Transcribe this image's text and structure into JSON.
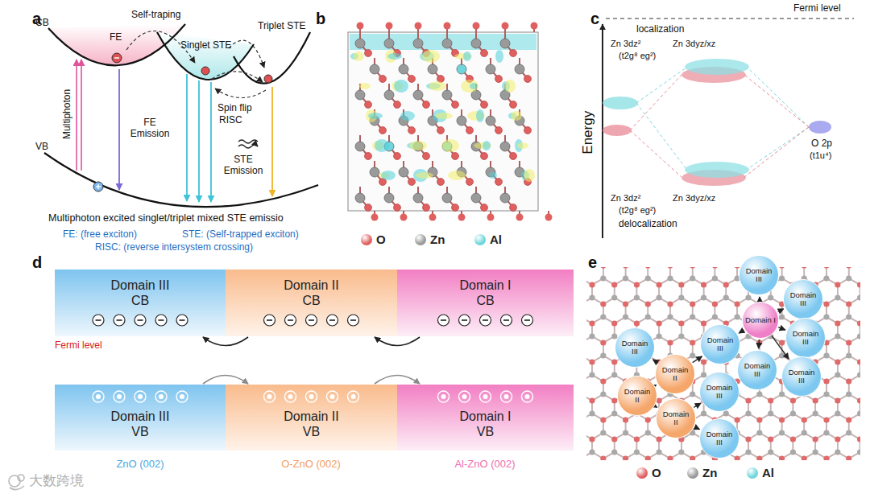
{
  "diagram": {
    "nodes": [
      {
        "text": [
          "Domain III",
          "CB"
        ]
      },
      {
        "text": [
          "Domain II",
          "CB"
        ]
      },
      {
        "text": [
          "Domain I",
          "CB"
        ]
      },
      {
        "text": [
          "Domain III",
          "VB"
        ]
      },
      {
        "text": [
          "Domain II",
          "VB"
        ]
      },
      {
        "text": [
          "Domain I",
          "VB"
        ]
      },
      {
        "text": [
          "Domain III"
        ]
      },
      {
        "text": [
          "Domain III"
        ]
      },
      {
        "text": [
          "Domain I"
        ]
      },
      {
        "text": [
          "Domain III"
        ]
      },
      {
        "text": [
          "Domain III"
        ]
      },
      {
        "text": [
          "Domain III"
        ]
      },
      {
        "text": [
          "Domain III"
        ]
      },
      {
        "text": [
          "Domain II"
        ]
      },
      {
        "text": [
          "Domain III"
        ]
      },
      {
        "text": [
          "Domain III"
        ]
      },
      {
        "text": [
          "Domain II"
        ]
      },
      {
        "text": [
          "Domain II"
        ]
      },
      {
        "text": [
          "Domain III"
        ]
      }
    ],
    "edges": [
      {
        "from": 2,
        "to": 1,
        "arrow": "to"
      },
      {
        "from": 1,
        "to": 0,
        "arrow": "to"
      },
      {
        "from": 3,
        "to": 4,
        "arrow": "to"
      },
      {
        "from": 4,
        "to": 5,
        "arrow": "to"
      },
      {
        "from": 8,
        "to": 6,
        "arrow": "to"
      },
      {
        "from": 8,
        "to": 7,
        "arrow": "to"
      },
      {
        "from": 8,
        "to": 9,
        "arrow": "to"
      },
      {
        "from": 8,
        "to": 10,
        "arrow": "to"
      },
      {
        "from": 8,
        "to": 12,
        "arrow": "to"
      },
      {
        "from": 8,
        "to": 14,
        "arrow": "to"
      },
      {
        "from": 13,
        "to": 11,
        "arrow": "to"
      },
      {
        "from": 13,
        "to": 10,
        "arrow": "to"
      },
      {
        "from": 16,
        "to": 13,
        "arrow": "to"
      },
      {
        "from": 16,
        "to": 17,
        "arrow": "to"
      },
      {
        "from": 17,
        "to": 15,
        "arrow": "to"
      },
      {
        "from": 17,
        "to": 18,
        "arrow": "to"
      }
    ],
    "labels": [
      "a",
      "CB",
      "VB",
      "Self-traping",
      "FE",
      "Singlet STE",
      "Triplet STE",
      "Multiphoton",
      "FE Emission",
      "Spin flip",
      "RISC",
      "STE Emission",
      "Multiphoton excited singlet/triplet mixed STE emissio",
      "FE: (free exciton)",
      "STE: (Self-trapped exciton)",
      "RISC: (reverse intersystem crossing)",
      "b",
      "c",
      "Fermi level",
      "localization",
      "Zn 3dz²",
      "Zn 3dyz/xz",
      "(t2g⁸ eg²)",
      "Energy",
      "O 2p",
      "(t1u⁴)",
      "Zn 3dz²",
      "Zn 3dyz/xz",
      "(t2g⁸ eg²)",
      "delocalization",
      "d",
      "Fermi level",
      "ZnO (002)",
      "O-ZnO (002)",
      "Al-ZnO (002)",
      "e",
      "大数跨境"
    ],
    "legend": [
      {
        "text": "O",
        "color": "#e06060"
      },
      {
        "text": "Zn",
        "color": "#9a9a9a"
      },
      {
        "text": "Al",
        "color": "#6fd6dc"
      },
      {
        "text": "O",
        "color": "#e06060"
      },
      {
        "text": "Zn",
        "color": "#9a9a9a"
      },
      {
        "text": "Al",
        "color": "#6fd6dc"
      }
    ]
  }
}
